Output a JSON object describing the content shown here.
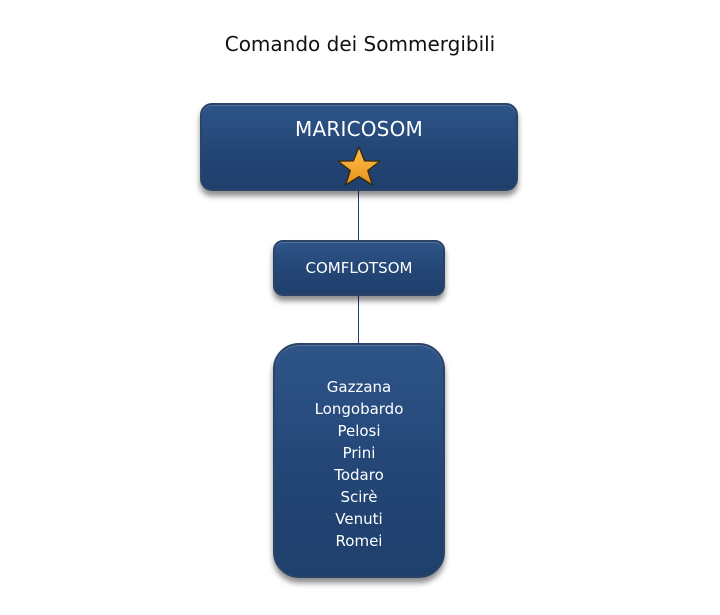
{
  "title": "Comando dei Sommergibili",
  "nodes": {
    "top": {
      "label": "MARICOSOM",
      "icon": "star-icon"
    },
    "middle": {
      "label": "COMFLOTSOM"
    },
    "bottom": {
      "members": [
        "Gazzana",
        "Longobardo",
        "Pelosi",
        "Prini",
        "Todaro",
        "Scirè",
        "Venuti",
        "Romei"
      ]
    }
  },
  "colors": {
    "box_fill": "#234676",
    "box_border": "#2b4366",
    "connector": "#1f3f6c",
    "star_fill": "#f2a32b",
    "star_stroke": "#3a2a10"
  }
}
